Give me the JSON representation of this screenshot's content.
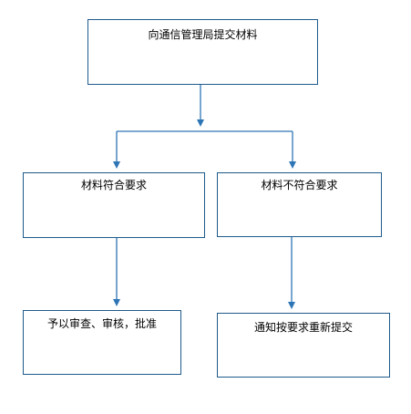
{
  "diagram": {
    "line_color": "#2e75b6",
    "box_border_color": "#1f5a8a",
    "nodes": {
      "top": "向通信管理局提交材料",
      "left": "材料符合要求",
      "right": "材料不符合要求",
      "bottom_left": "予以审查、审核，批准",
      "bottom_right": "通知按要求重新提交"
    }
  }
}
